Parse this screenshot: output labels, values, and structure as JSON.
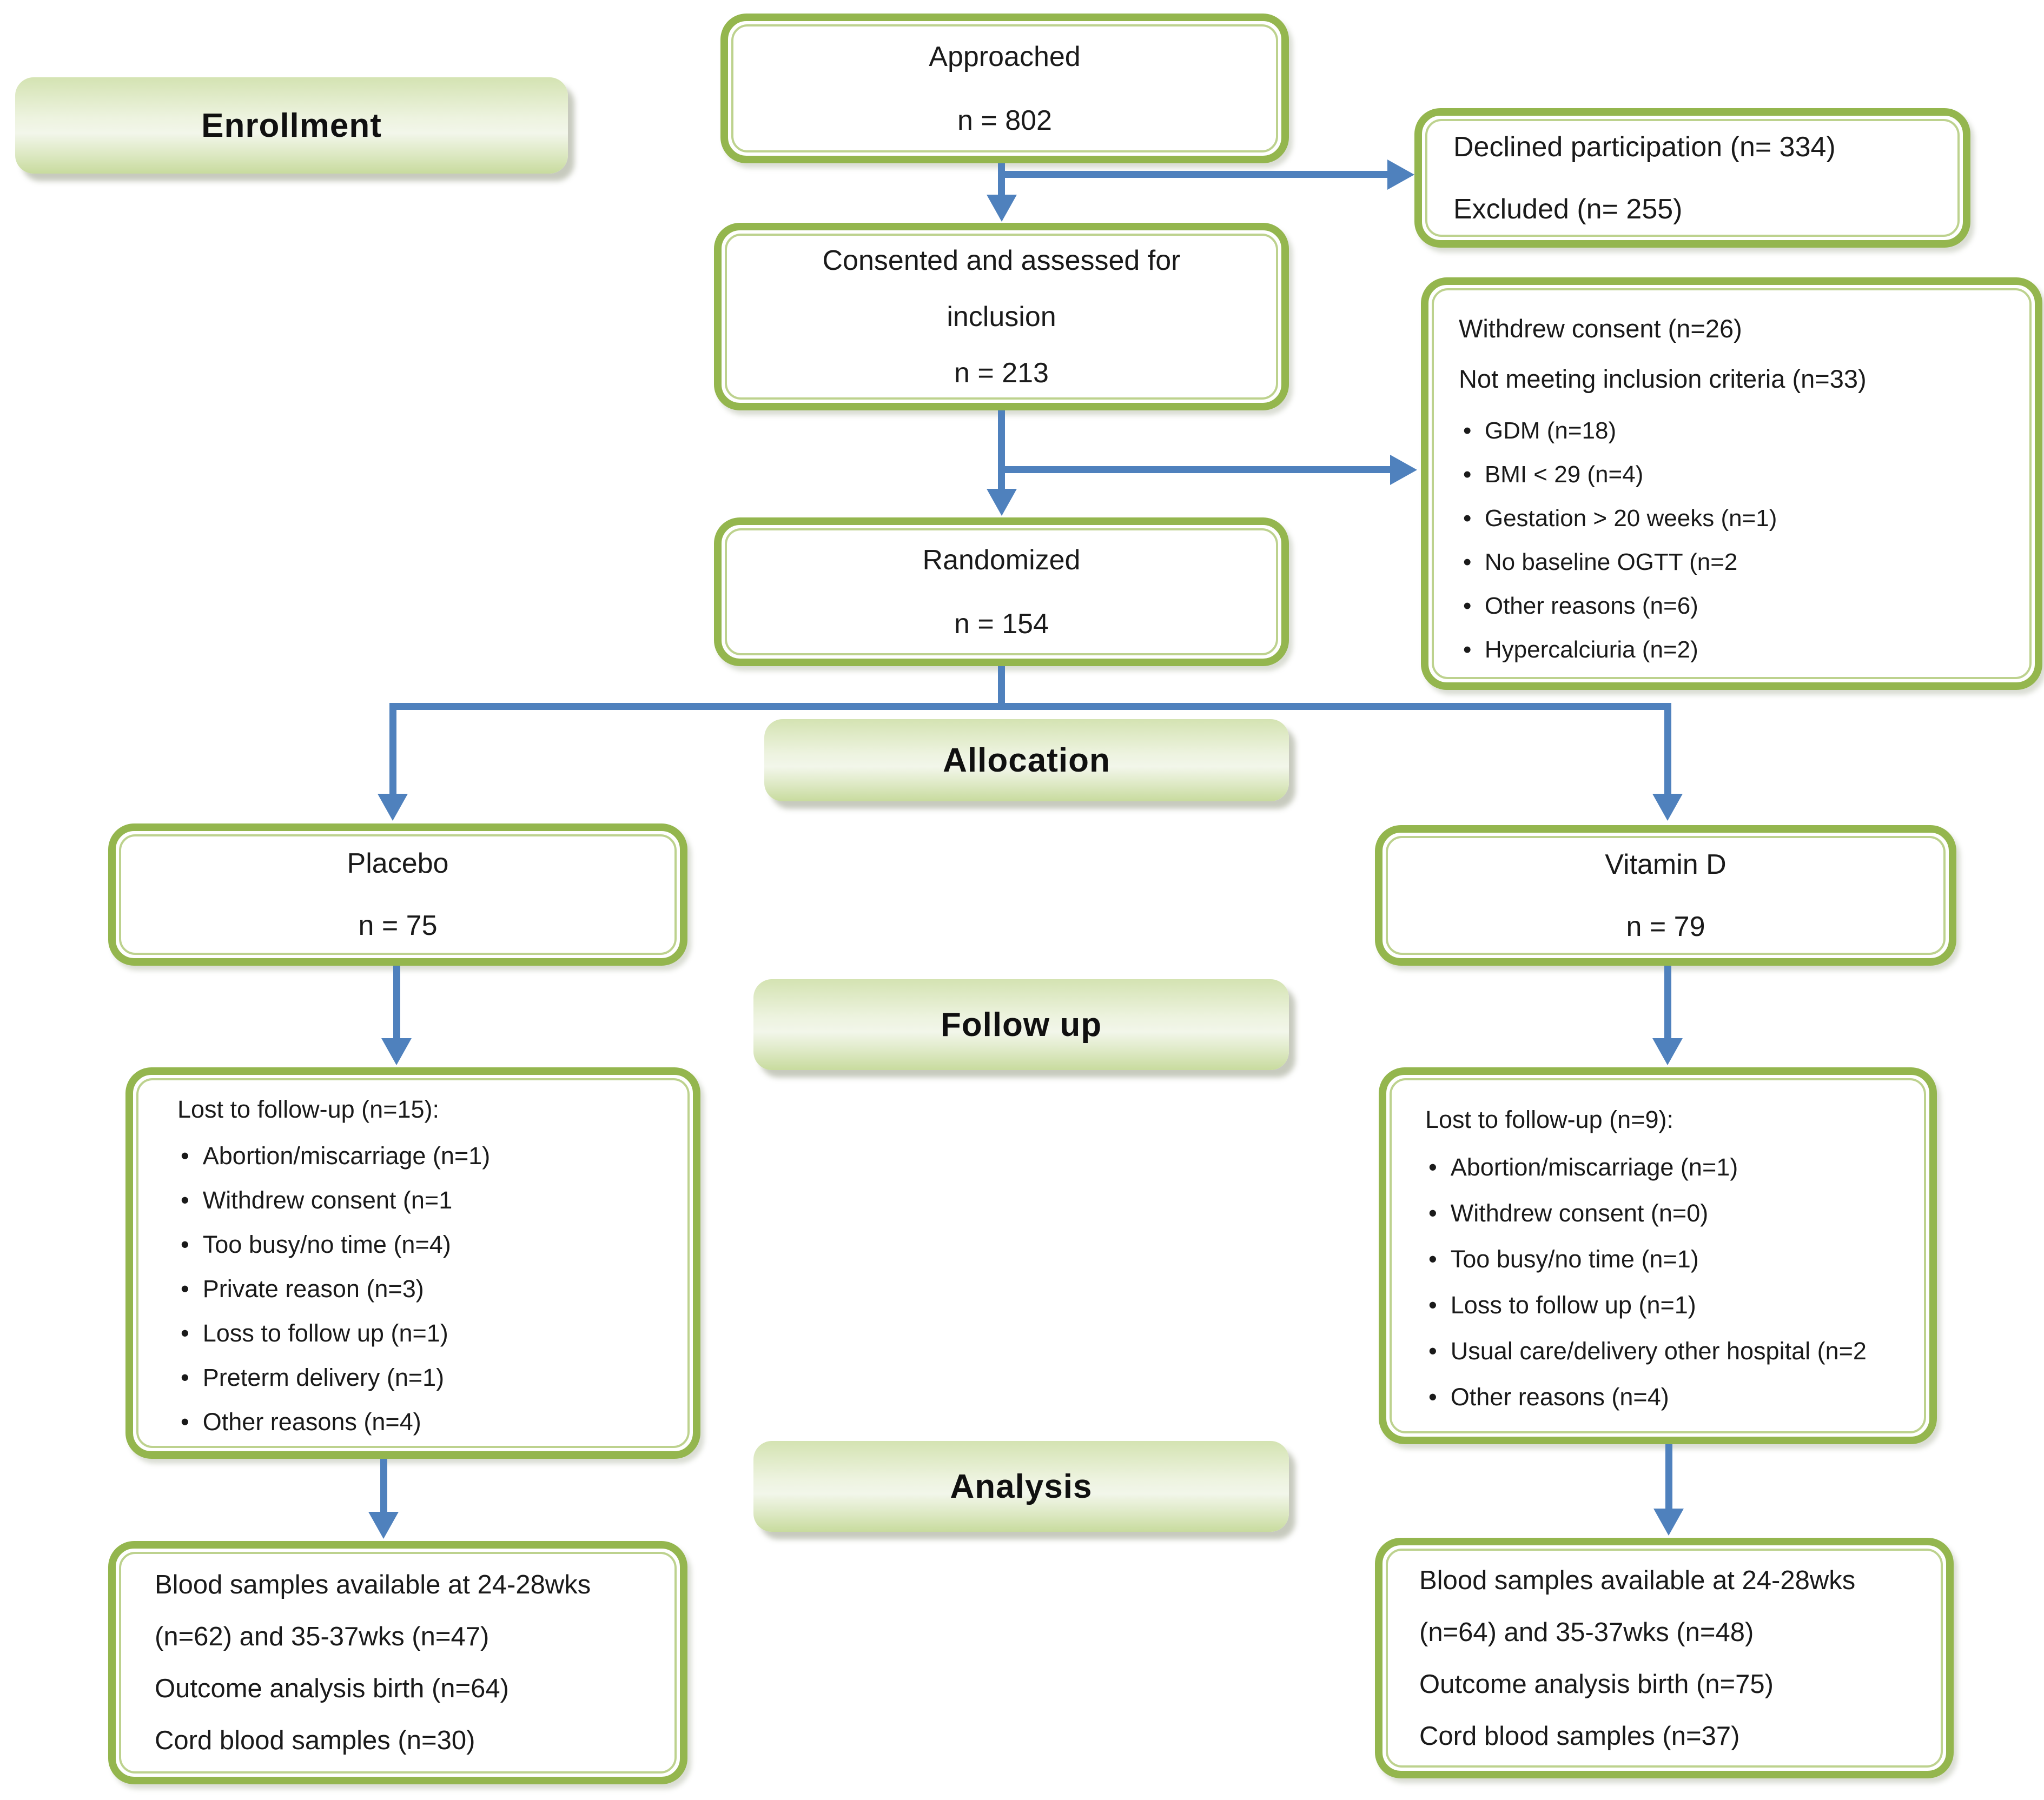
{
  "colors": {
    "border_green": "#94b64e",
    "inner_border_green": "#bdd28e",
    "arrow_blue": "#4f81bd",
    "label_gradient_light": "#f2f6ea",
    "label_gradient_dark": "#c8db9e"
  },
  "labels": {
    "enrollment": "Enrollment",
    "allocation": "Allocation",
    "follow_up": "Follow up",
    "analysis": "Analysis"
  },
  "boxes": {
    "approached": {
      "line1": "Approached",
      "line2": "n = 802"
    },
    "declined": {
      "line1": "Declined participation (n= 334)",
      "line2": "Excluded (n= 255)"
    },
    "consented": {
      "line1": "Consented and assessed for",
      "line2": "inclusion",
      "line3": "n = 213"
    },
    "withdrew": {
      "title1": "Withdrew consent (n=26)",
      "title2": "Not meeting inclusion criteria (n=33)",
      "bullets": [
        "GDM (n=18)",
        "BMI < 29 (n=4)",
        "Gestation > 20 weeks (n=1)",
        "No baseline OGTT (n=2",
        "Other reasons (n=6)",
        "Hypercalciuria (n=2)"
      ]
    },
    "randomized": {
      "line1": "Randomized",
      "line2": "n = 154"
    },
    "placebo": {
      "line1": "Placebo",
      "line2": "n = 75"
    },
    "vitamin_d": {
      "line1": "Vitamin D",
      "line2": "n = 79"
    },
    "lost_placebo": {
      "title": "Lost to follow-up (n=15):",
      "bullets": [
        "Abortion/miscarriage (n=1)",
        "Withdrew consent (n=1",
        "Too busy/no time (n=4)",
        "Private reason (n=3)",
        "Loss to follow up (n=1)",
        "Preterm delivery (n=1)",
        "Other reasons (n=4)"
      ]
    },
    "lost_vitamin_d": {
      "title": "Lost to follow-up (n=9):",
      "bullets": [
        "Abortion/miscarriage (n=1)",
        "Withdrew consent (n=0)",
        "Too busy/no time (n=1)",
        "Loss to follow up (n=1)",
        "Usual care/delivery other hospital (n=2",
        "Other reasons (n=4)"
      ]
    },
    "analysis_placebo": {
      "lines": [
        "Blood samples available at 24-28wks",
        "(n=62) and 35-37wks (n=47)",
        "Outcome analysis birth (n=64)",
        "Cord blood samples (n=30)"
      ]
    },
    "analysis_vitamin_d": {
      "lines": [
        "Blood samples available at 24-28wks",
        "(n=64) and 35-37wks (n=48)",
        "Outcome analysis birth (n=75)",
        "Cord blood samples (n=37)"
      ]
    }
  }
}
